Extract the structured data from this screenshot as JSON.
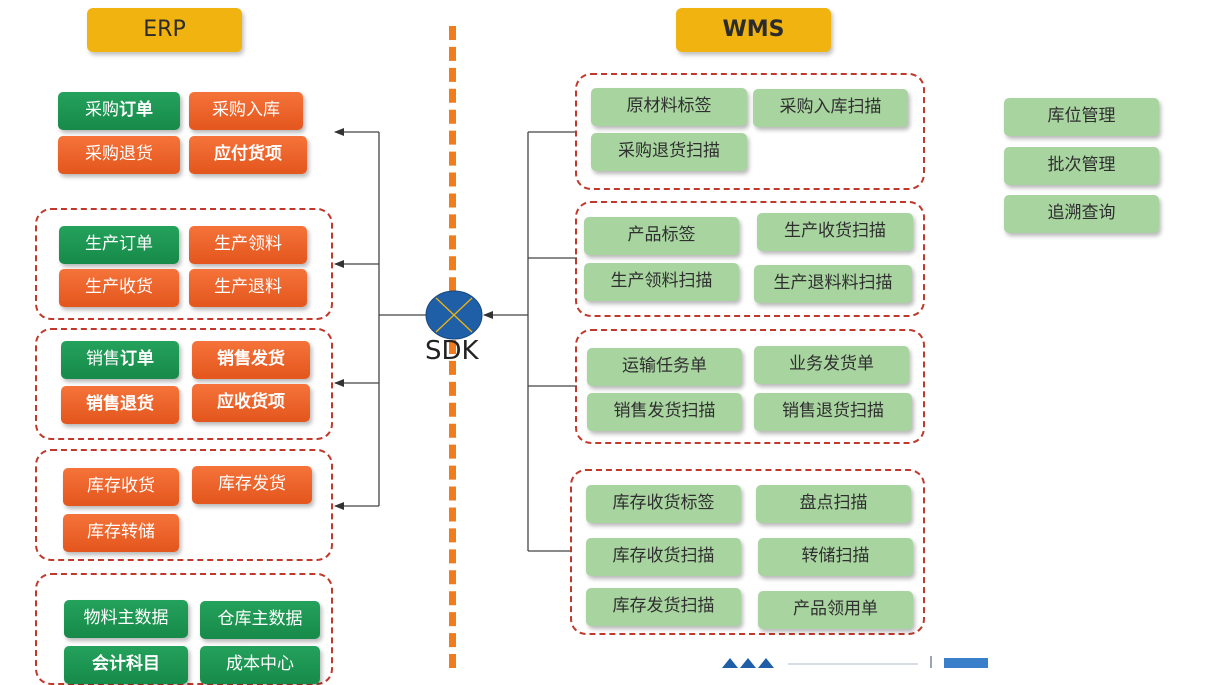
{
  "erp": {
    "title": "ERP",
    "groups": [
      {
        "items": [
          {
            "pre": "采购",
            "bold": "订单",
            "color": "green"
          },
          {
            "pre": "采购入库",
            "bold": "",
            "color": "orange"
          },
          {
            "pre": "采购退货",
            "bold": "",
            "color": "orange"
          },
          {
            "pre": "",
            "bold": "应付货项",
            "color": "orange"
          }
        ]
      },
      {
        "items": [
          {
            "pre": "生产订单",
            "bold": "",
            "color": "green"
          },
          {
            "pre": "生产领料",
            "bold": "",
            "color": "orange"
          },
          {
            "pre": "生产收货",
            "bold": "",
            "color": "orange"
          },
          {
            "pre": "生产退料",
            "bold": "",
            "color": "orange"
          }
        ]
      },
      {
        "items": [
          {
            "pre": "销售",
            "bold": "订单",
            "color": "green"
          },
          {
            "pre": "",
            "bold": "销售发货",
            "color": "orange"
          },
          {
            "pre": "",
            "bold": "销售退货",
            "color": "orange"
          },
          {
            "pre": "",
            "bold": "应收货项",
            "color": "orange"
          }
        ]
      },
      {
        "items": [
          {
            "pre": "库存收货",
            "bold": "",
            "color": "orange"
          },
          {
            "pre": "库存发货",
            "bold": "",
            "color": "orange"
          },
          {
            "pre": "库存转储",
            "bold": "",
            "color": "orange"
          }
        ]
      },
      {
        "items": [
          {
            "pre": "物料主数据",
            "bold": "",
            "color": "green"
          },
          {
            "pre": "仓库主数据",
            "bold": "",
            "color": "green"
          },
          {
            "pre": "",
            "bold": "会计科目",
            "color": "green"
          },
          {
            "pre": "成本中心",
            "bold": "",
            "color": "green"
          }
        ]
      }
    ]
  },
  "sdk": {
    "label": "SDK"
  },
  "wms": {
    "title": "WMS",
    "groups": [
      {
        "items": [
          "原材料标签",
          "采购入库扫描",
          "采购退货扫描"
        ]
      },
      {
        "items": [
          "产品标签",
          "生产收货扫描",
          "生产领料扫描",
          "生产退料料扫描"
        ]
      },
      {
        "items": [
          "运输任务单",
          "业务发货单",
          "销售发货扫描",
          "销售退货扫描"
        ]
      },
      {
        "items": [
          "库存收货标签",
          "盘点扫描",
          "库存收货扫描",
          "转储扫描",
          "库存发货扫描",
          "产品领用单"
        ]
      }
    ],
    "extras": [
      "库位管理",
      "批次管理",
      "追溯查询"
    ]
  },
  "colors": {
    "header": "#f0b30f",
    "orange": "#e85a22",
    "green": "#1a9450",
    "light_green": "#a8d4a0",
    "dashed_border": "#c0392b",
    "divider": "#f07c1c",
    "sdk_circle": "#1f5fa8"
  }
}
